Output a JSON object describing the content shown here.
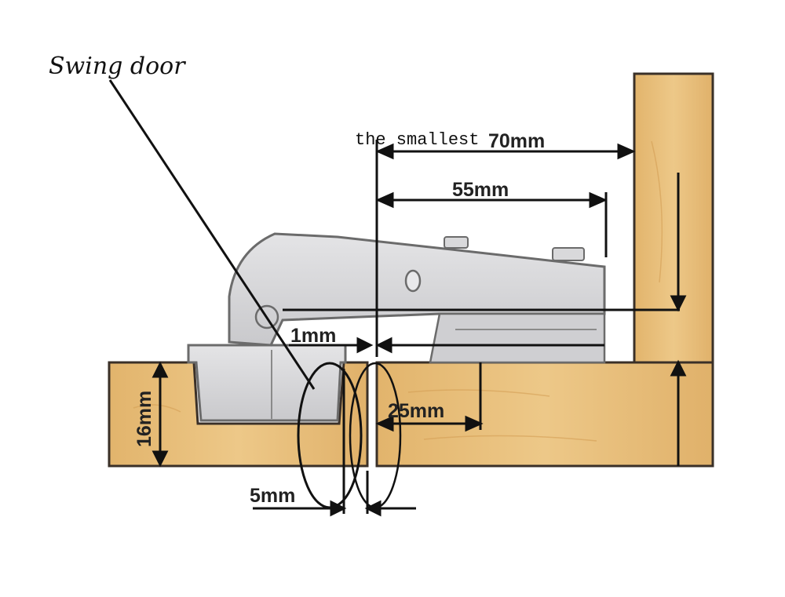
{
  "labels": {
    "swing_door": "Swing door",
    "smallest": "the smallest",
    "dim_70": "70mm",
    "dim_55": "55mm",
    "dim_1": "1mm",
    "dim_25": "25mm",
    "dim_16": "16mm",
    "dim_5": "5mm"
  },
  "colors": {
    "wood": "#e8bf7c",
    "wood_edge": "#3a3028",
    "hinge": "#d7d7d9",
    "hinge_edge": "#6b6b6b",
    "dimension_line": "#111111"
  }
}
